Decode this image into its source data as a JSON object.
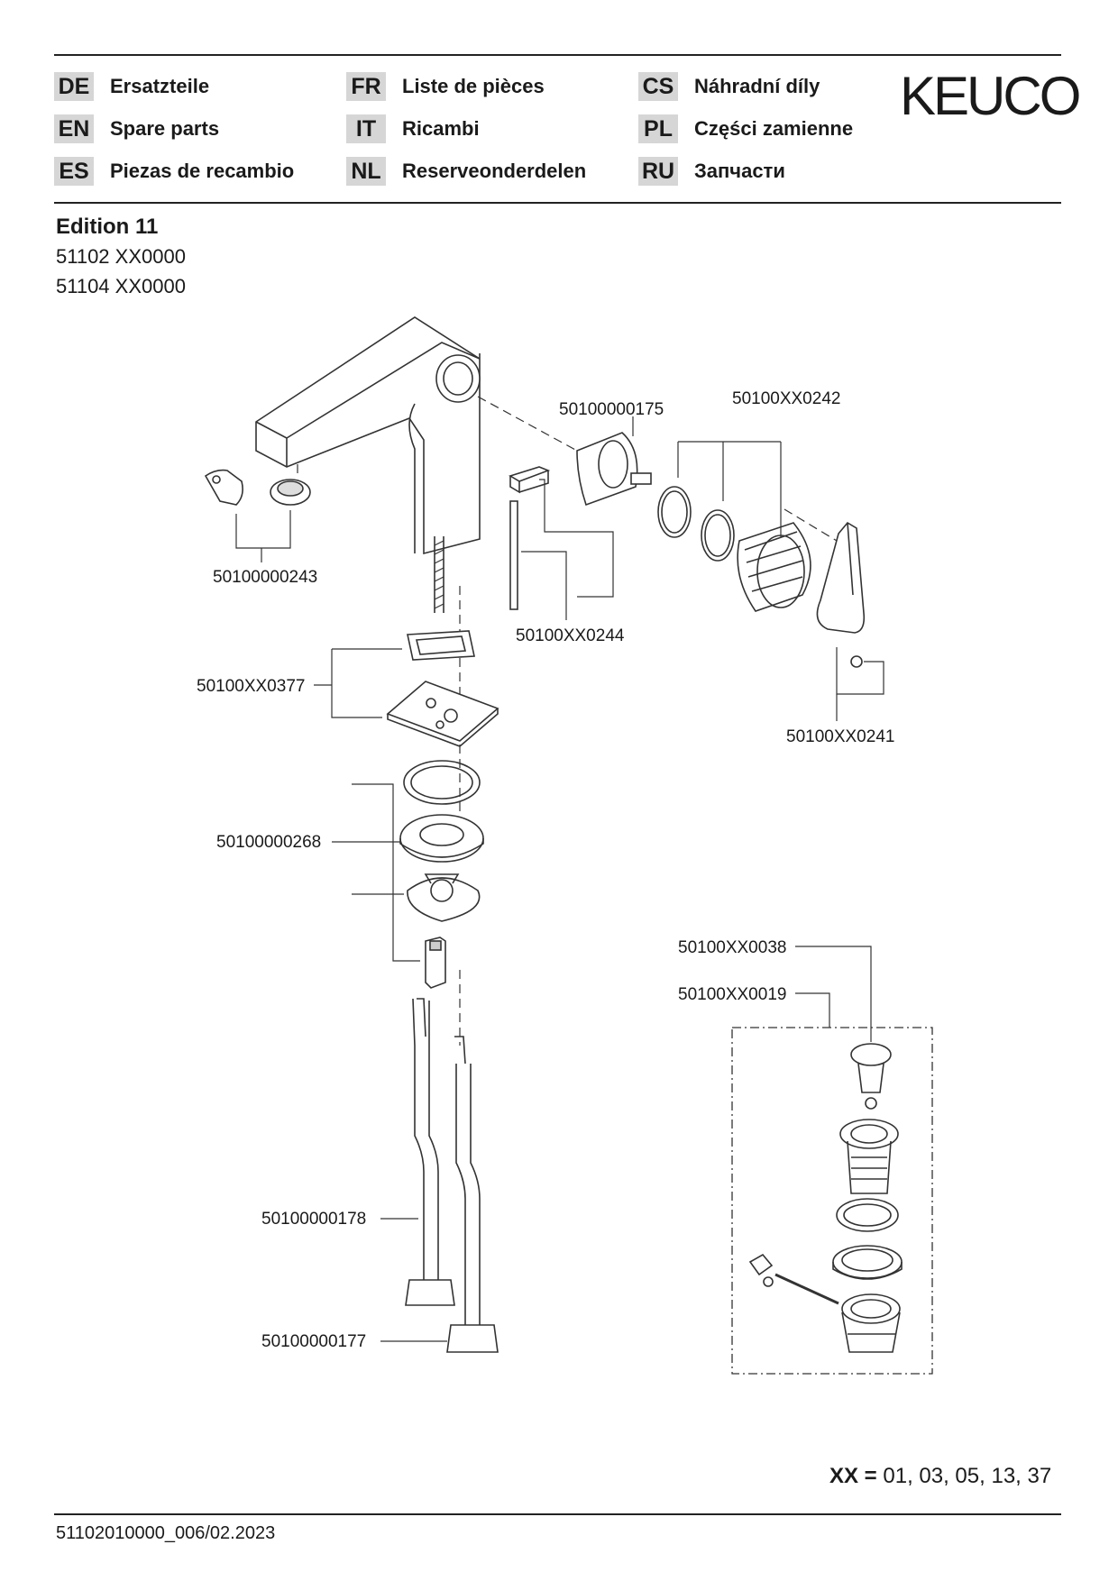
{
  "header": {
    "languages": [
      {
        "code": "DE",
        "label": "Ersatzteile"
      },
      {
        "code": "EN",
        "label": "Spare parts"
      },
      {
        "code": "ES",
        "label": "Piezas de recambio"
      },
      {
        "code": "FR",
        "label": "Liste de pièces"
      },
      {
        "code": "IT",
        "label": "Ricambi"
      },
      {
        "code": "NL",
        "label": "Reserveonderdelen"
      },
      {
        "code": "CS",
        "label": "Náhradní díly"
      },
      {
        "code": "PL",
        "label": "Części zamienne"
      },
      {
        "code": "RU",
        "label": "Запчасти"
      }
    ],
    "brand": "KEUCO"
  },
  "product": {
    "edition": "Edition 11",
    "models": [
      "51102 XX0000",
      "51104 XX0000"
    ]
  },
  "parts": [
    {
      "id": "50100000175"
    },
    {
      "id": "50100XX0242"
    },
    {
      "id": "50100000243"
    },
    {
      "id": "50100XX0244"
    },
    {
      "id": "50100XX0377"
    },
    {
      "id": "50100XX0241"
    },
    {
      "id": "50100000268"
    },
    {
      "id": "50100XX0038"
    },
    {
      "id": "50100XX0019"
    },
    {
      "id": "50100000178"
    },
    {
      "id": "50100000177"
    }
  ],
  "legend": {
    "xx_key": "XX =",
    "xx_values": " 01, 03, 05, 13, 37"
  },
  "footer": {
    "doc_number": "51102010000_006/02.2023"
  }
}
